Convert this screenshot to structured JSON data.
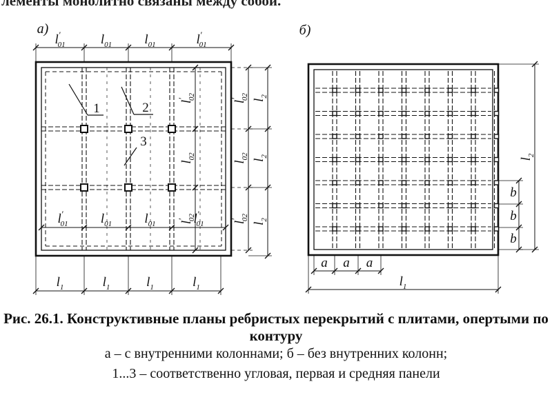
{
  "header_fragment": "лементы монолитно связаны между собой.",
  "panel_a": {
    "label": "а)",
    "top_dims": [
      {
        "base": "l",
        "sub": "01",
        "prime": true
      },
      {
        "base": "l",
        "sub": "01",
        "prime": false
      },
      {
        "base": "l",
        "sub": "01",
        "prime": false
      },
      {
        "base": "l",
        "sub": "01",
        "prime": true
      }
    ],
    "inner_dims": [
      {
        "base": "l",
        "sub": "01",
        "prime": true
      },
      {
        "base": "l",
        "sub": "01",
        "prime": false
      },
      {
        "base": "l",
        "sub": "01",
        "prime": false
      },
      {
        "base": "l",
        "sub": "01",
        "prime": true
      }
    ],
    "right_inner_dims": [
      {
        "base": "l",
        "sub": "02",
        "prime": true
      },
      {
        "base": "l",
        "sub": "02",
        "prime": false
      },
      {
        "base": "l",
        "sub": "02",
        "prime": true
      }
    ],
    "right_dims_1": [
      {
        "base": "l",
        "sub": "02",
        "prime": true
      },
      {
        "base": "l",
        "sub": "02",
        "prime": false
      },
      {
        "base": "l",
        "sub": "02",
        "prime": true
      }
    ],
    "right_dims_2": [
      {
        "base": "l",
        "sub": "2"
      },
      {
        "base": "l",
        "sub": "2"
      },
      {
        "base": "l",
        "sub": "2"
      }
    ],
    "bottom_dims": [
      {
        "base": "l",
        "sub": "1"
      },
      {
        "base": "l",
        "sub": "1"
      },
      {
        "base": "l",
        "sub": "1"
      },
      {
        "base": "l",
        "sub": "1"
      }
    ],
    "callouts": [
      "1",
      "2",
      "3"
    ]
  },
  "panel_b": {
    "label": "б)",
    "bottom_small": [
      "a",
      "a",
      "a"
    ],
    "bottom_total": {
      "base": "l",
      "sub": "1"
    },
    "right_small": [
      "b",
      "b",
      "b"
    ],
    "right_total": {
      "base": "l",
      "sub": "2"
    }
  },
  "caption": {
    "title": "Рис. 26.1. Конструктивные планы ребристых перекрытий с плитами, опертыми по контуру",
    "line1": "а – с внутренними колоннами; б – без внутренних колонн;",
    "line2": "1...3 – соответственно угловая, первая и средняя панели"
  }
}
